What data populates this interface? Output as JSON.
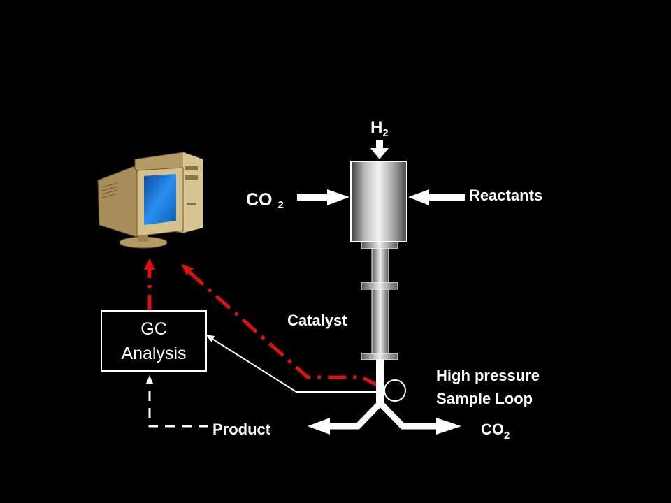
{
  "labels": {
    "h2_main": "H",
    "h2_sub": "2",
    "co2_left_main": "CO",
    "co2_left_sub": "2",
    "reactants": "Reactants",
    "catalyst": "Catalyst",
    "high_pressure": "High pressure",
    "sample_loop": "Sample Loop",
    "product": "Product",
    "co2_right_main": "CO",
    "co2_right_sub": "2",
    "gc_line1": "GC",
    "gc_line2": "Analysis"
  },
  "colors": {
    "background": "#000000",
    "foreground": "#ffffff",
    "data_link": "#e01010",
    "computer_case": "#c9b07a",
    "computer_screen": "#1e7fd8"
  },
  "icons": {
    "computer": "computer-workstation-icon"
  }
}
